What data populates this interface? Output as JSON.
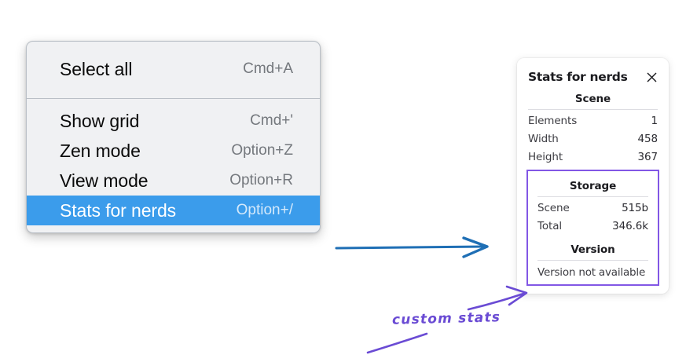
{
  "context_menu": {
    "sections": [
      {
        "items": [
          {
            "label": "Select all",
            "shortcut": "Cmd+A",
            "selected": false
          }
        ]
      },
      {
        "items": [
          {
            "label": "Show grid",
            "shortcut": "Cmd+'",
            "selected": false
          },
          {
            "label": "Zen mode",
            "shortcut": "Option+Z",
            "selected": false
          },
          {
            "label": "View mode",
            "shortcut": "Option+R",
            "selected": false
          },
          {
            "label": "Stats for nerds",
            "shortcut": "Option+/",
            "selected": true
          }
        ]
      }
    ],
    "selected_color": "#3b9ceb"
  },
  "stats_panel": {
    "title": "Stats for nerds",
    "close_icon": "close-icon",
    "scene": {
      "heading": "Scene",
      "rows": [
        {
          "label": "Elements",
          "value": "1"
        },
        {
          "label": "Width",
          "value": "458"
        },
        {
          "label": "Height",
          "value": "367"
        }
      ]
    },
    "storage": {
      "heading": "Storage",
      "rows": [
        {
          "label": "Scene",
          "value": "515b"
        },
        {
          "label": "Total",
          "value": "346.6k"
        }
      ]
    },
    "version": {
      "heading": "Version",
      "note": "Version not available"
    },
    "highlight_color": "#8257e5"
  },
  "annotations": {
    "custom_stats_label": "custom stats",
    "blue_arrow_color": "#1f6fb5",
    "purple_color": "#6a4bd4"
  }
}
